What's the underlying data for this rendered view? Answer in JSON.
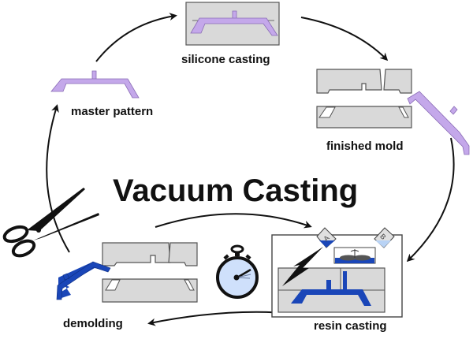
{
  "diagram": {
    "title": "Vacuum Casting",
    "steps": [
      {
        "id": "master-pattern",
        "label": "master pattern"
      },
      {
        "id": "silicone-casting",
        "label": "silicone casting"
      },
      {
        "id": "finished-mold",
        "label": "finished mold"
      },
      {
        "id": "resin-casting",
        "label": "resin casting"
      },
      {
        "id": "demolding",
        "label": "demolding"
      }
    ],
    "cycle_order": [
      "master pattern",
      "silicone casting",
      "finished mold",
      "resin casting",
      "demolding"
    ],
    "resin_components": {
      "a": "A",
      "b": "B"
    },
    "icons": [
      "scissors-icon",
      "stopwatch-icon",
      "lightning-icon",
      "mixer-icon"
    ],
    "colors": {
      "pattern": "#c4a8ea",
      "resin": "#1a46b8",
      "resin_light": "#b9d3f5",
      "mold": "#d9d9d9",
      "stopwatch_face": "#cfe0fb"
    }
  }
}
